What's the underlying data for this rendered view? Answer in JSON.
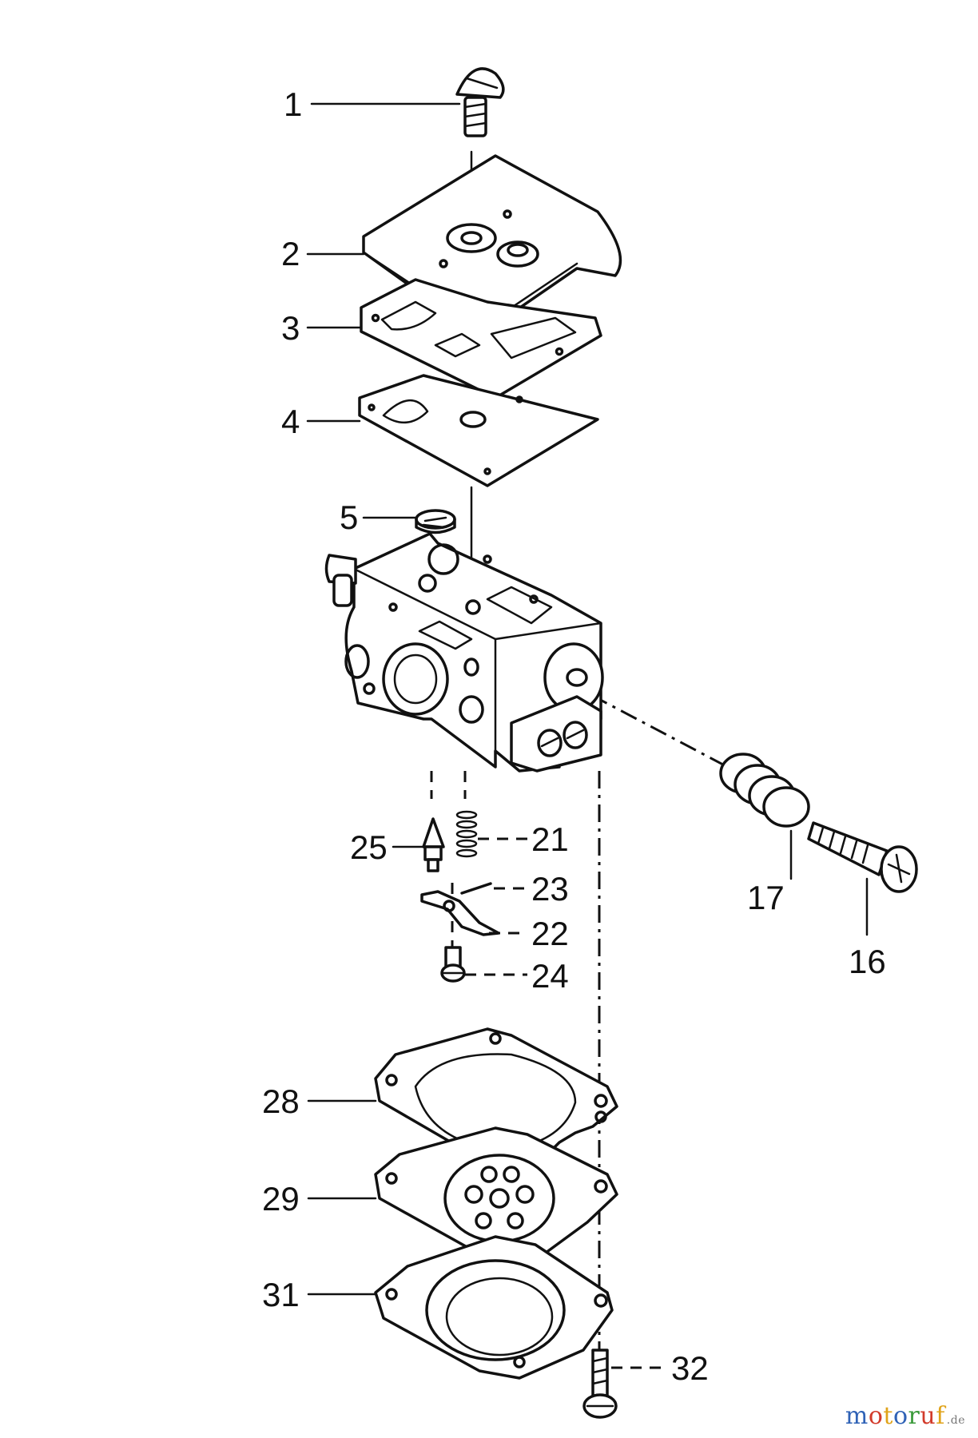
{
  "callouts": {
    "c1": "1",
    "c2": "2",
    "c3": "3",
    "c4": "4",
    "c5": "5",
    "c16": "16",
    "c17": "17",
    "c21": "21",
    "c22": "22",
    "c23": "23",
    "c24": "24",
    "c25": "25",
    "c28": "28",
    "c29": "29",
    "c31": "31",
    "c32": "32"
  },
  "watermark": {
    "text": "motoruf",
    "suffix": ".de",
    "colors": [
      "#2f62b6",
      "#d23b2b",
      "#e0a31a",
      "#2f62b6",
      "#3a9a3a",
      "#d23b2b",
      "#e0a31a"
    ]
  }
}
